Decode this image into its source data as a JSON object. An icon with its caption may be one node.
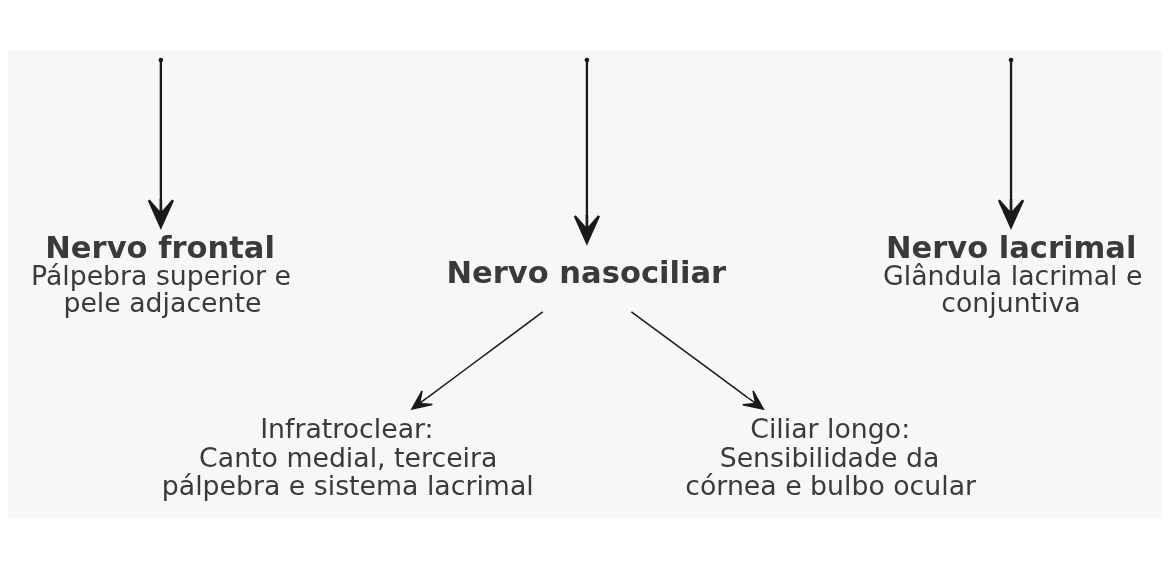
{
  "diagram": {
    "nodes": [
      {
        "text": [
          "Nervo frontal",
          "Pálpebra superior e pele adjacente"
        ]
      },
      {
        "text": [
          "Nervo nasociliar"
        ]
      },
      {
        "text": [
          "Nervo lacrimal",
          "Glândula lacrimal e conjuntiva"
        ]
      },
      {
        "text": [
          "Infratroclear:",
          "Canto medial, terceira pálpebra e sistema lacrimal"
        ]
      },
      {
        "text": [
          "Ciliar longo:",
          "Sensibilidade da córnea e bulbo ocular"
        ]
      }
    ],
    "edges": [
      {
        "from": null,
        "to": 0,
        "arrow": "to"
      },
      {
        "from": null,
        "to": 1,
        "arrow": "to"
      },
      {
        "from": null,
        "to": 2,
        "arrow": "to"
      },
      {
        "from": 1,
        "to": 3,
        "arrow": "to"
      },
      {
        "from": 1,
        "to": 4,
        "arrow": "to"
      }
    ]
  }
}
